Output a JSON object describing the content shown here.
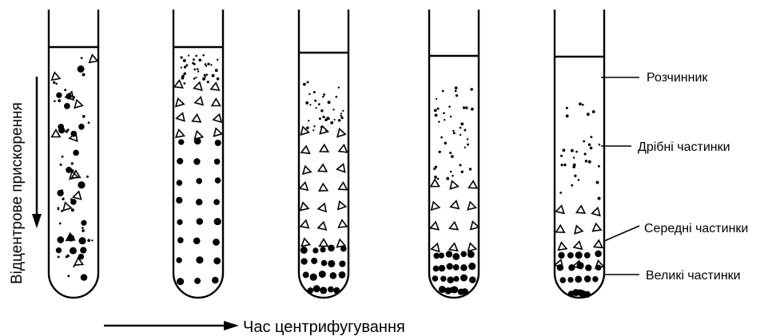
{
  "axes": {
    "vertical_label": "Відцентрове прискорення",
    "horizontal_label": "Час центрифугування"
  },
  "labels": {
    "solvent": "Розчинник",
    "small": "Дрібні частинки",
    "medium": "Середні частинки",
    "large": "Великі частинки"
  },
  "tube_count": 5,
  "colors": {
    "ink": "#000000",
    "background": "#ffffff"
  }
}
